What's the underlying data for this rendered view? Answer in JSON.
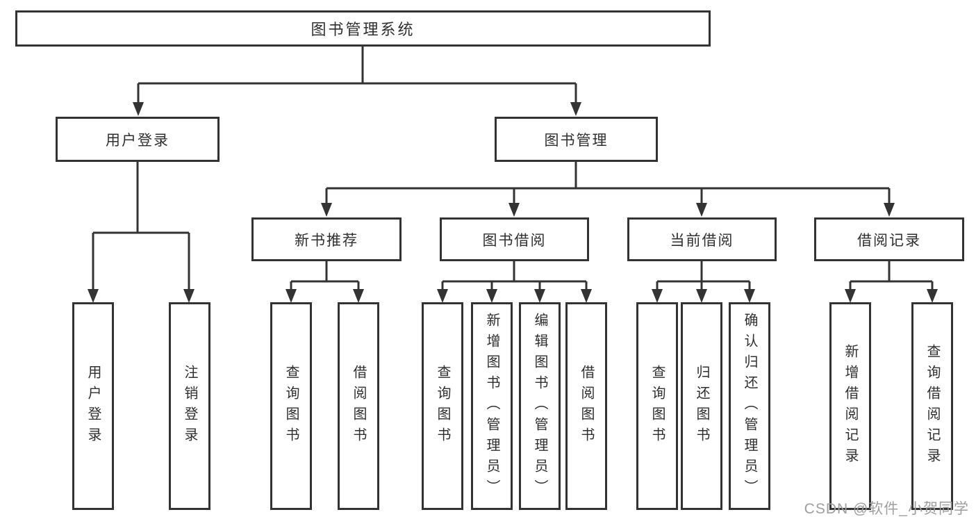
{
  "nodes": {
    "root": {
      "label": "图书管理系统"
    },
    "user_login": {
      "label": "用户登录"
    },
    "book_mgmt": {
      "label": "图书管理"
    },
    "new_book_rec": {
      "label": "新书推荐"
    },
    "book_borrow": {
      "label": "图书借阅"
    },
    "current_borrow": {
      "label": "当前借阅"
    },
    "borrow_record": {
      "label": "借阅记录"
    },
    "leaves": [
      {
        "label": "用户登录"
      },
      {
        "label": "注销登录"
      },
      {
        "label": "查询图书"
      },
      {
        "label": "借阅图书"
      },
      {
        "label": "查询图书"
      },
      {
        "label": "新增图书（管理员）"
      },
      {
        "label": "编辑图书（管理员）"
      },
      {
        "label": "借阅图书"
      },
      {
        "label": "查询图书"
      },
      {
        "label": "归还图书"
      },
      {
        "label": "确认归还（管理员）"
      },
      {
        "label": "新增借阅记录"
      },
      {
        "label": "查询借阅记录"
      }
    ]
  },
  "watermark": {
    "text": "CSDN @软件_小贺同学"
  },
  "colors": {
    "line": "#333333",
    "box_border": "#333333",
    "box_bg": "#ffffff",
    "text": "#2f2f2f",
    "watermark": "#9e9e9e"
  }
}
